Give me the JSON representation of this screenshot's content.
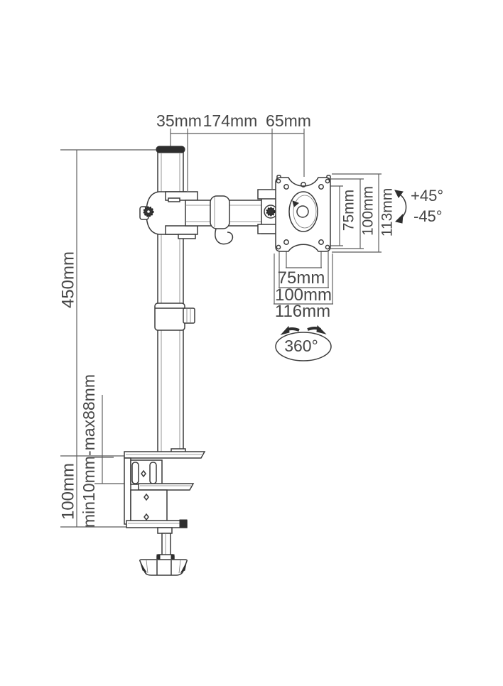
{
  "page": {
    "title": "Desk mount monitor arm dimension diagram",
    "ink_color": "#3b3b3b",
    "background": "#ffffff"
  },
  "dims": {
    "top_35": "35mm",
    "top_174": "174mm",
    "top_65": "65mm",
    "pole_height": "450mm",
    "clamp_height": "100mm",
    "clamp_range": "min10mm-max88mm",
    "vesa_v_75": "75mm",
    "vesa_v_100": "100mm",
    "vesa_v_113": "113mm",
    "vesa_h_75": "75mm",
    "vesa_h_100": "100mm",
    "vesa_h_116": "116mm",
    "tilt_up": "+45°",
    "tilt_down": "-45°",
    "swivel": "360°"
  }
}
